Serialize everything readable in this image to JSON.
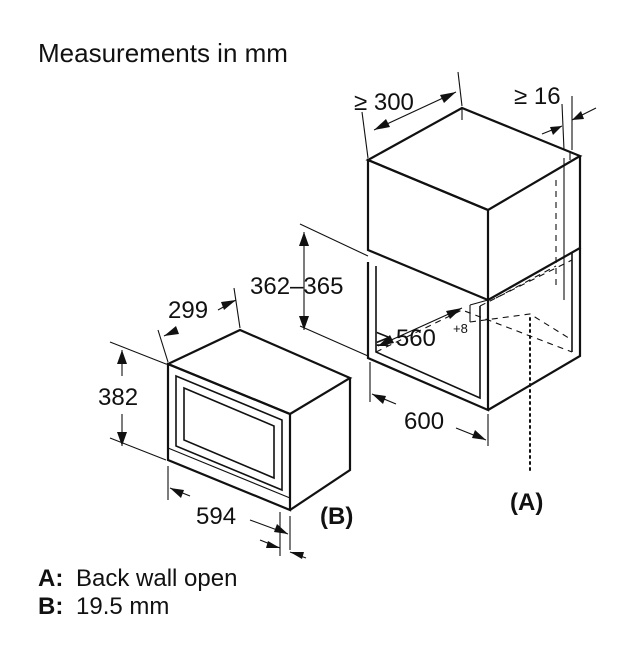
{
  "title": "Measurements in mm",
  "dimensions": {
    "depth_min": "≥ 300",
    "side_gap_min": "≥ 16",
    "niche_height": "362–365",
    "niche_width_min": "≥ 560",
    "niche_width_tolerance": "+8",
    "niche_depth": "600",
    "appliance_depth": "299",
    "appliance_height": "382",
    "appliance_width": "594"
  },
  "markers": {
    "a": "(A)",
    "b": "(B)"
  },
  "legend": [
    {
      "key": "A:",
      "value": "Back wall open"
    },
    {
      "key": "B:",
      "value": "19.5 mm"
    }
  ]
}
